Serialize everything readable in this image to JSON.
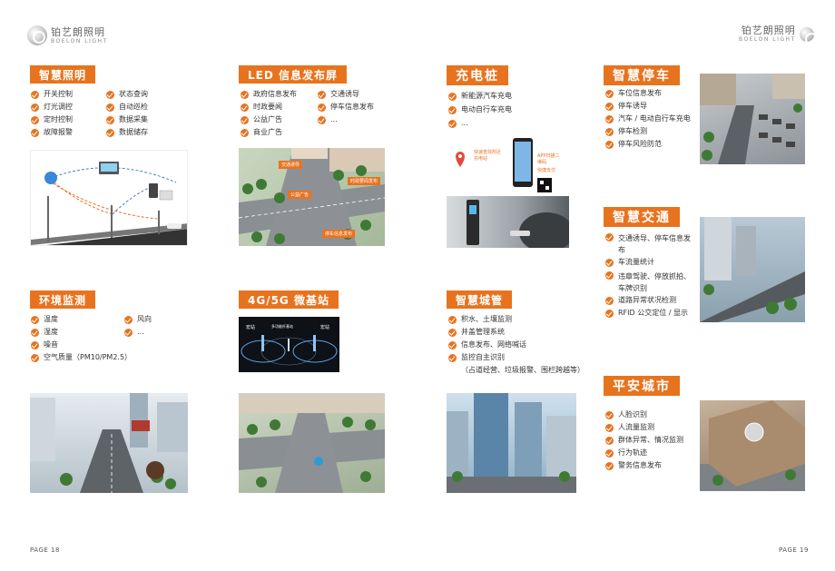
{
  "logo": {
    "cn": "铂艺朗照明",
    "en": "BOELON LIGHT"
  },
  "pages": {
    "left": "PAGE 18",
    "right": "PAGE 19"
  },
  "colors": {
    "accent": "#e8731e"
  },
  "sections": {
    "smart_lighting": {
      "title": "智慧照明",
      "col1": [
        "开关控制",
        "灯光调控",
        "定时控制",
        "故障报警"
      ],
      "col2": [
        "状态查询",
        "自动巡检",
        "数据采集",
        "数据储存"
      ]
    },
    "led_screen": {
      "title": "LED 信息发布屏",
      "col1": [
        "政府信息发布",
        "时政要闻",
        "公益广告",
        "商业广告"
      ],
      "col2": [
        "交通诱导",
        "停车信息发布",
        "..."
      ],
      "labels": [
        "交通诱导",
        "公益广告",
        "时政要闻发布",
        "停车信息发布"
      ]
    },
    "charging": {
      "title": "充电桩",
      "items": [
        "新能源汽车充电",
        "电动自行车充电",
        "..."
      ],
      "labels": [
        "快速查找附近充电站",
        "APP扫描二维码",
        "快捷支付"
      ]
    },
    "smart_parking": {
      "title": "智慧停车",
      "items": [
        "车位信息发布",
        "停车诱导",
        "汽车 / 电动自行车充电",
        "停车检测",
        "停车风险防范"
      ]
    },
    "environment": {
      "title": "环境监测",
      "col1": [
        "温度",
        "湿度",
        "噪音",
        "空气质量（PM10/PM2.5）"
      ],
      "col2": [
        "风向",
        "..."
      ]
    },
    "base_station": {
      "title": "4G/5G 微基站",
      "labels": [
        "宏站",
        "多功能杆基站",
        "宏站"
      ]
    },
    "smart_pipe": {
      "title": "智慧城管",
      "items": [
        "积水、土壤监测",
        "井盖管理系统",
        "信息发布、网络喊话",
        "监控自主识别",
        "（占道经营、垃圾报警、围栏跨越等）"
      ]
    },
    "smart_traffic": {
      "title": "智慧交通",
      "items": [
        "交通诱导、停车信息发布",
        "车流量统计",
        "违章驾驶、停放抓拍、车牌识别",
        "道路异常状况检测",
        "RFID 公交定位 / 显示"
      ]
    },
    "safe_city": {
      "title": "平安城市",
      "items": [
        "人脸识别",
        "人流量监测",
        "群体异常、情况监测",
        "行为轨迹",
        "警务信息发布"
      ]
    }
  }
}
